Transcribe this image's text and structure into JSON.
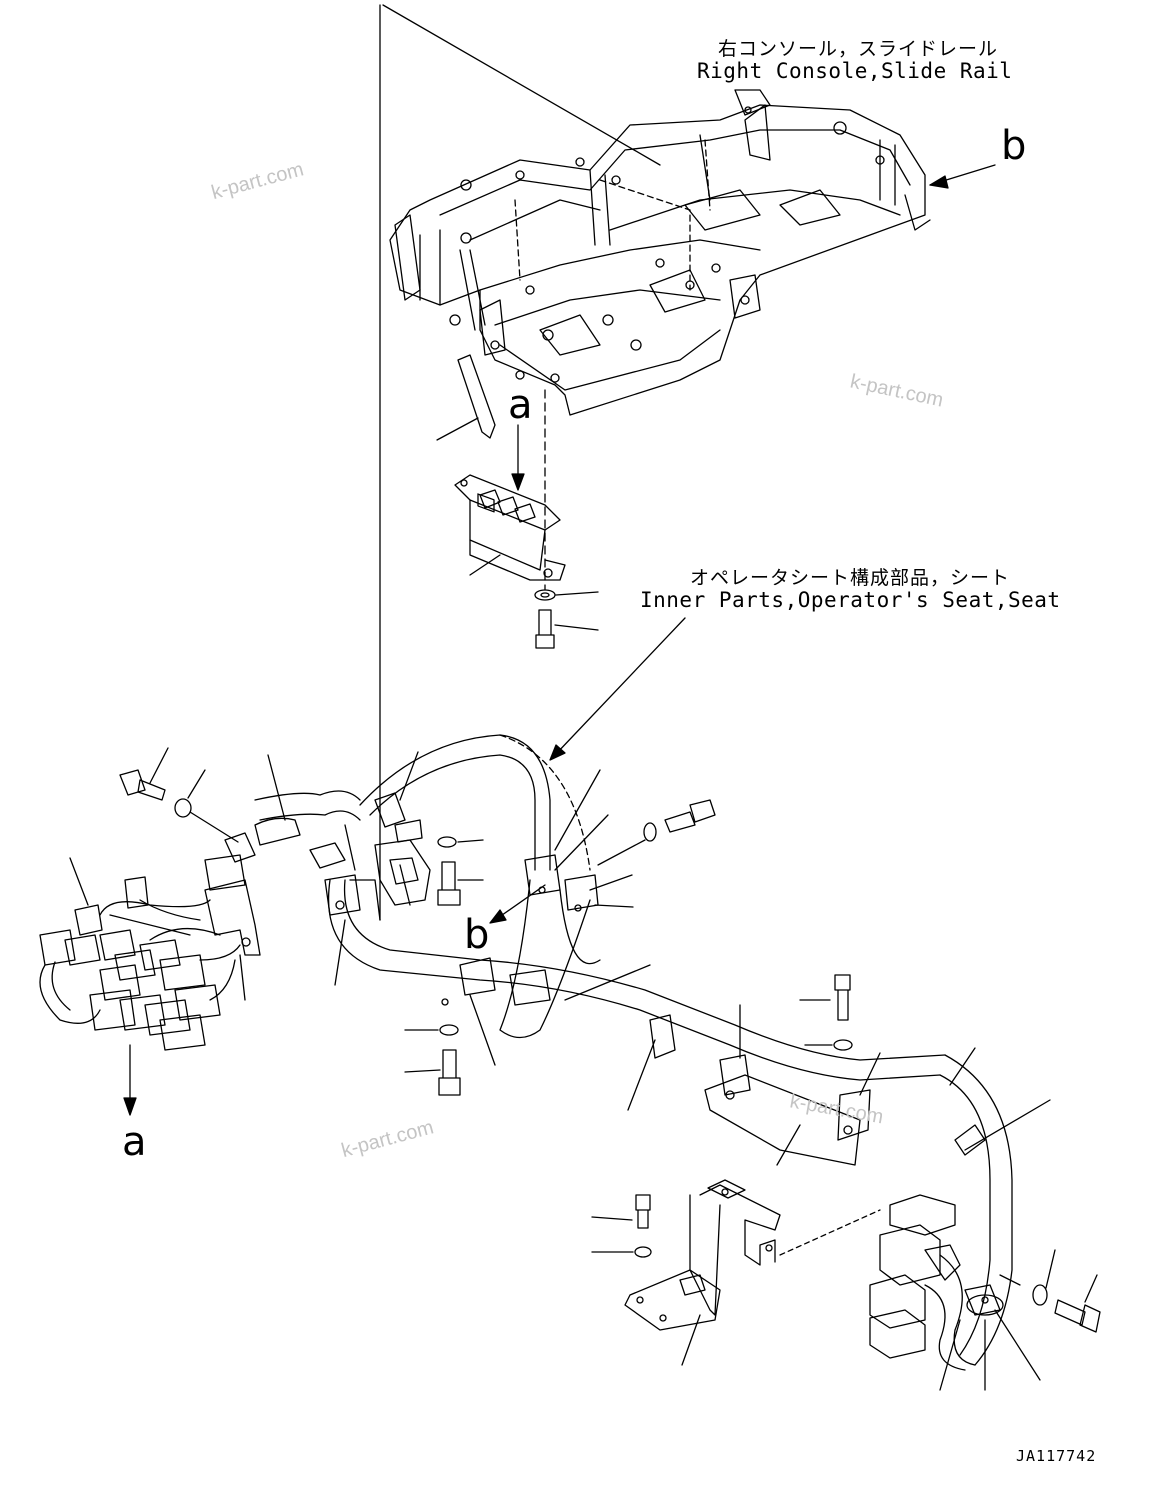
{
  "callouts": {
    "console": {
      "jp": "右コンソール，スライドレール",
      "en": "Right Console,Slide Rail"
    },
    "seat": {
      "jp": "オペレータシート構成部品，シート",
      "en": "Inner Parts,Operator's Seat,Seat"
    }
  },
  "ref_letters": {
    "a": "a",
    "b": "b"
  },
  "watermark": "k-part.com",
  "drawing_code": "JA117742",
  "colors": {
    "line": "#000000",
    "watermark": "#c4c4c4",
    "background": "#ffffff"
  }
}
